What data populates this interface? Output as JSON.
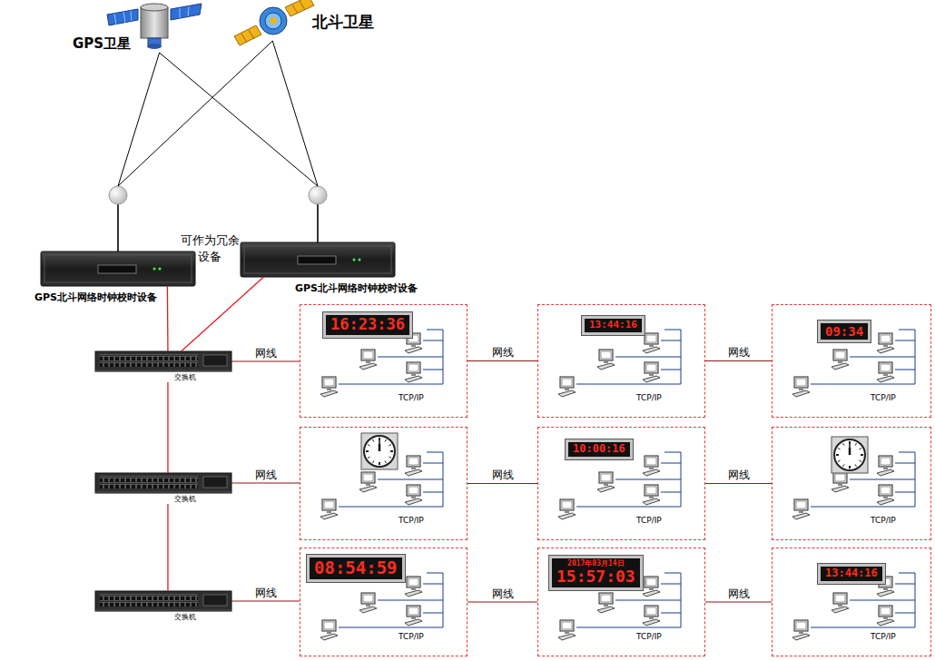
{
  "diagram": {
    "nodes": [
      {
        "text": [
          "GPS卫星"
        ]
      },
      {
        "text": [
          "北斗卫星"
        ]
      },
      {
        "text": [
          "GPS北斗网络时钟校时设备"
        ]
      },
      {
        "text": [
          "GPS北斗网络时钟校时设备"
        ]
      },
      {
        "text": [
          "交换机"
        ]
      },
      {
        "text": [
          "交换机"
        ]
      },
      {
        "text": [
          "交换机"
        ]
      },
      {
        "text": [
          "TCP/IP"
        ]
      },
      {
        "text": [
          "16:23:36"
        ],
        "in": 7
      },
      {
        "text": [
          "TCP/IP"
        ]
      },
      {
        "text": [
          "13:44:16"
        ],
        "in": 9
      },
      {
        "text": [
          "TCP/IP"
        ]
      },
      {
        "text": [
          "09:34"
        ],
        "in": 11
      },
      {
        "text": [
          "TCP/IP"
        ]
      },
      {
        "text": [
          "TCP/IP"
        ]
      },
      {
        "text": [
          "10:00:16"
        ],
        "in": 14
      },
      {
        "text": [
          "TCP/IP"
        ]
      },
      {
        "text": [
          "TCP/IP"
        ]
      },
      {
        "text": [
          "08:54:59"
        ],
        "in": 17
      },
      {
        "text": [
          "TCP/IP"
        ]
      },
      {
        "text": [
          "2017年03月14日",
          "15:57:03"
        ],
        "in": 19
      },
      {
        "text": [
          "TCP/IP"
        ]
      },
      {
        "text": [
          "13:44:16"
        ],
        "in": 21
      }
    ],
    "edges": [
      {
        "from": 0,
        "to": 2,
        "arrow": "none"
      },
      {
        "from": 0,
        "to": 3,
        "arrow": "none"
      },
      {
        "from": 1,
        "to": 2,
        "arrow": "none"
      },
      {
        "from": 1,
        "to": 3,
        "arrow": "none"
      },
      {
        "from": 2,
        "to": 4,
        "arrow": "none"
      },
      {
        "from": 3,
        "to": 4,
        "arrow": "none"
      },
      {
        "from": 4,
        "to": 5,
        "arrow": "none"
      },
      {
        "from": 5,
        "to": 6,
        "arrow": "none"
      },
      {
        "from": 4,
        "to": 7,
        "label": "网线",
        "arrow": "none"
      },
      {
        "from": 7,
        "to": 9,
        "label": "网线",
        "arrow": "none"
      },
      {
        "from": 9,
        "to": 11,
        "label": "网线",
        "arrow": "none"
      },
      {
        "from": 5,
        "to": 13,
        "label": "网线",
        "arrow": "none"
      },
      {
        "from": 13,
        "to": 14,
        "label": "网线",
        "arrow": "none"
      },
      {
        "from": 14,
        "to": 16,
        "label": "网线",
        "arrow": "none"
      },
      {
        "from": 6,
        "to": 17,
        "label": "网线",
        "arrow": "none"
      },
      {
        "from": 17,
        "to": 19,
        "label": "网线",
        "arrow": "none"
      },
      {
        "from": 19,
        "to": 21,
        "label": "网线",
        "arrow": "none"
      }
    ],
    "labels": [
      "可作为冗余设备"
    ]
  }
}
